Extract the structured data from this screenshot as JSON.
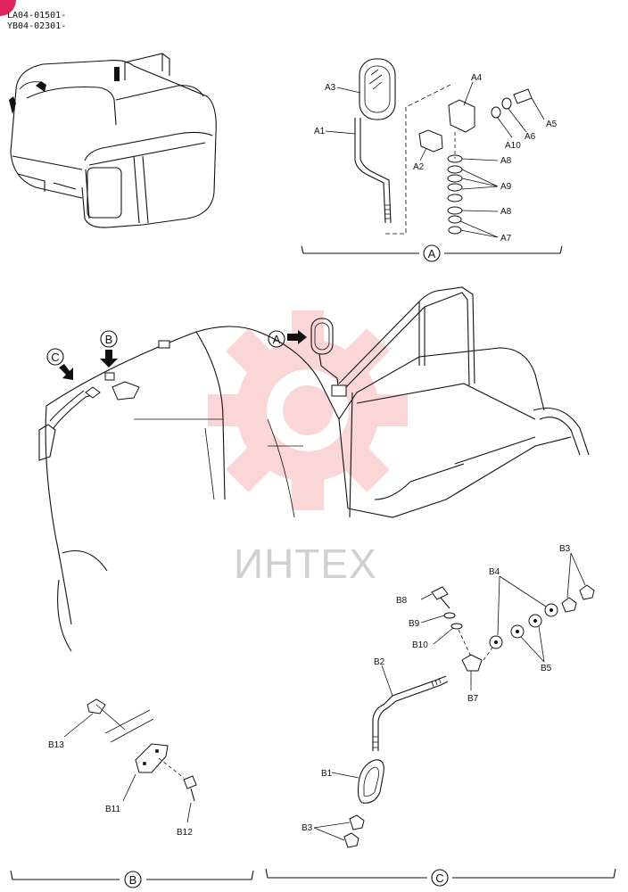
{
  "serials": [
    "LA04-01501-",
    "YB04-02301-"
  ],
  "watermark_text": "ИНТЕХ",
  "watermark_color": "#f4a6a6",
  "views": {
    "A": {
      "callout": "A"
    },
    "B": {
      "callout": "B"
    },
    "C": {
      "callout": "C"
    }
  },
  "parts_A": {
    "A1": "A1",
    "A2": "A2",
    "A3": "A3",
    "A4": "A4",
    "A5": "A5",
    "A6": "A6",
    "A7": "A7",
    "A8_top": "A8",
    "A8_bottom": "A8",
    "A9": "A9",
    "A10": "A10"
  },
  "parts_B": {
    "B11": "B11",
    "B12": "B12",
    "B13": "B13"
  },
  "parts_C": {
    "B1": "B1",
    "B2": "B2",
    "B3_top": "B3",
    "B3_bottom": "B3",
    "B4": "B4",
    "B5": "B5",
    "B7": "B7",
    "B8": "B8",
    "B9": "B9",
    "B10": "B10"
  }
}
